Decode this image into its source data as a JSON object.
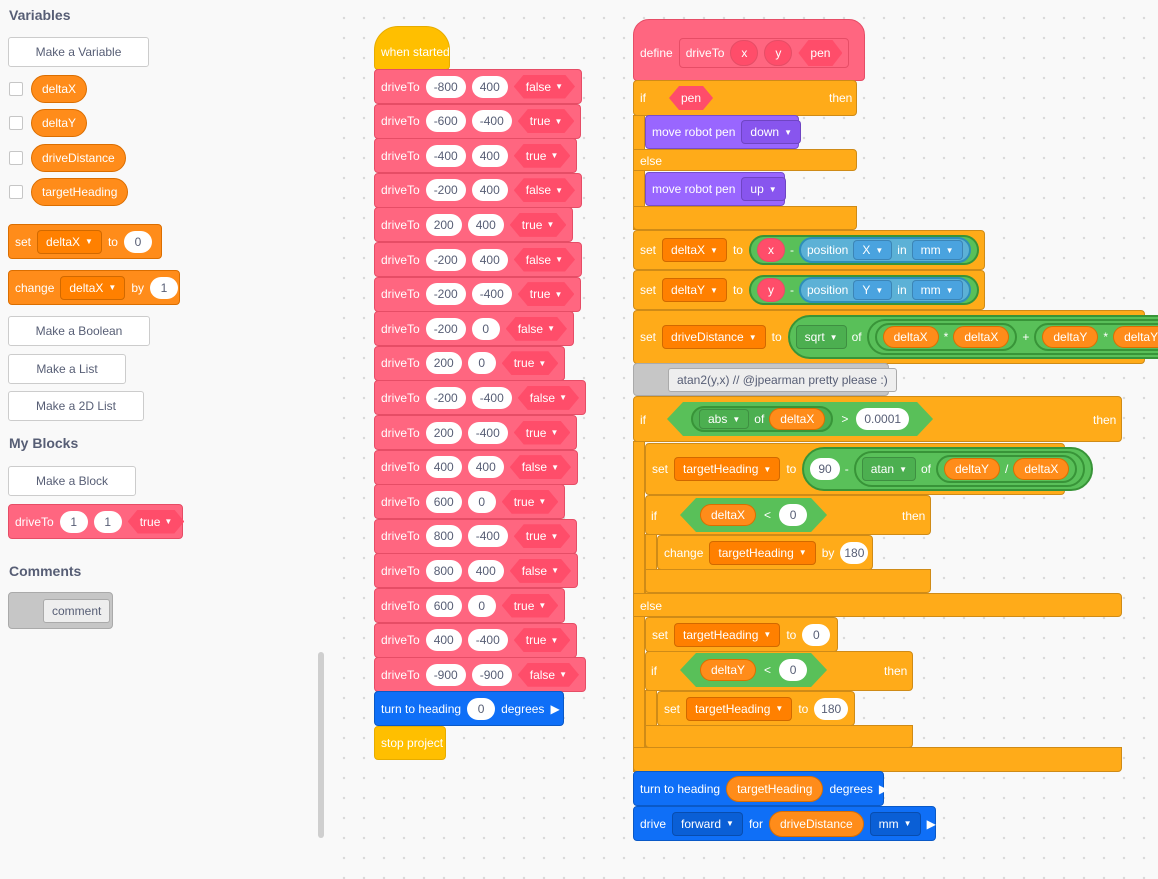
{
  "palette": {
    "variables_heading": "Variables",
    "make_variable": "Make a Variable",
    "variables": [
      "deltaX",
      "deltaY",
      "driveDistance",
      "targetHeading"
    ],
    "set_block": {
      "label": "set",
      "var": "deltaX",
      "to": "to",
      "value": "0"
    },
    "change_block": {
      "label": "change",
      "var": "deltaX",
      "by": "by",
      "value": "1"
    },
    "make_boolean": "Make a Boolean",
    "make_list": "Make a List",
    "make_2d_list": "Make a 2D List",
    "myblocks_heading": "My Blocks",
    "make_block": "Make a Block",
    "driveto_block": {
      "label": "driveTo",
      "a": "1",
      "b": "1",
      "c": "true"
    },
    "comments_heading": "Comments",
    "comment_label": "comment"
  },
  "script1": {
    "hat": "when started",
    "block_label": "driveTo",
    "rows": [
      {
        "x": "-800",
        "y": "400",
        "pen": "false"
      },
      {
        "x": "-600",
        "y": "-400",
        "pen": "true"
      },
      {
        "x": "-400",
        "y": "400",
        "pen": "true"
      },
      {
        "x": "-200",
        "y": "400",
        "pen": "false"
      },
      {
        "x": "200",
        "y": "400",
        "pen": "true"
      },
      {
        "x": "-200",
        "y": "400",
        "pen": "false"
      },
      {
        "x": "-200",
        "y": "-400",
        "pen": "true"
      },
      {
        "x": "-200",
        "y": "0",
        "pen": "false"
      },
      {
        "x": "200",
        "y": "0",
        "pen": "true"
      },
      {
        "x": "-200",
        "y": "-400",
        "pen": "false"
      },
      {
        "x": "200",
        "y": "-400",
        "pen": "true"
      },
      {
        "x": "400",
        "y": "400",
        "pen": "false"
      },
      {
        "x": "600",
        "y": "0",
        "pen": "true"
      },
      {
        "x": "800",
        "y": "-400",
        "pen": "true"
      },
      {
        "x": "800",
        "y": "400",
        "pen": "false"
      },
      {
        "x": "600",
        "y": "0",
        "pen": "true"
      },
      {
        "x": "400",
        "y": "-400",
        "pen": "true"
      },
      {
        "x": "-900",
        "y": "-900",
        "pen": "false"
      }
    ],
    "turn": {
      "label": "turn to heading",
      "value": "0",
      "unit": "degrees"
    },
    "stop": "stop project"
  },
  "script2": {
    "define": {
      "label": "define",
      "name": "driveTo",
      "x": "x",
      "y": "y",
      "pen": "pen"
    },
    "if1": {
      "if": "if",
      "cond": "pen",
      "then": "then",
      "else": "else"
    },
    "pen_down": {
      "label": "move robot pen",
      "value": "down"
    },
    "pen_up": {
      "label": "move robot pen",
      "value": "up"
    },
    "set_dx": {
      "set": "set",
      "var": "deltaX",
      "to": "to",
      "arg": "x",
      "minus": "-",
      "position": "position",
      "axis": "X",
      "in": "in",
      "unit": "mm"
    },
    "set_dy": {
      "set": "set",
      "var": "deltaY",
      "to": "to",
      "arg": "y",
      "minus": "-",
      "position": "position",
      "axis": "Y",
      "in": "in",
      "unit": "mm"
    },
    "set_dd": {
      "set": "set",
      "var": "driveDistance",
      "to": "to",
      "fn": "sqrt",
      "of": "of",
      "a": "deltaX",
      "times": "*",
      "b": "deltaX",
      "plus": "+",
      "c": "deltaY",
      "d": "deltaY"
    },
    "comment": "atan2(y,x) // @jpearman pretty please :)",
    "if2": {
      "if": "if",
      "fn": "abs",
      "of": "of",
      "var": "deltaX",
      "gt": ">",
      "value": "0.0001",
      "then": "then",
      "else": "else"
    },
    "set_th": {
      "set": "set",
      "var": "targetHeading",
      "to": "to",
      "value": "90",
      "minus": "-",
      "fn": "atan",
      "of": "of",
      "a": "deltaY",
      "div": "/",
      "b": "deltaX"
    },
    "if3": {
      "if": "if",
      "var": "deltaX",
      "lt": "<",
      "value": "0",
      "then": "then"
    },
    "change_th": {
      "label": "change",
      "var": "targetHeading",
      "by": "by",
      "value": "180"
    },
    "set_th0": {
      "set": "set",
      "var": "targetHeading",
      "to": "to",
      "value": "0"
    },
    "if4": {
      "if": "if",
      "var": "deltaY",
      "lt": "<",
      "value": "0",
      "then": "then"
    },
    "set_th180": {
      "set": "set",
      "var": "targetHeading",
      "to": "to",
      "value": "180"
    },
    "turn": {
      "label": "turn to heading",
      "var": "targetHeading",
      "unit": "degrees"
    },
    "drive": {
      "label": "drive",
      "dir": "forward",
      "for": "for",
      "var": "driveDistance",
      "unit": "mm"
    }
  }
}
